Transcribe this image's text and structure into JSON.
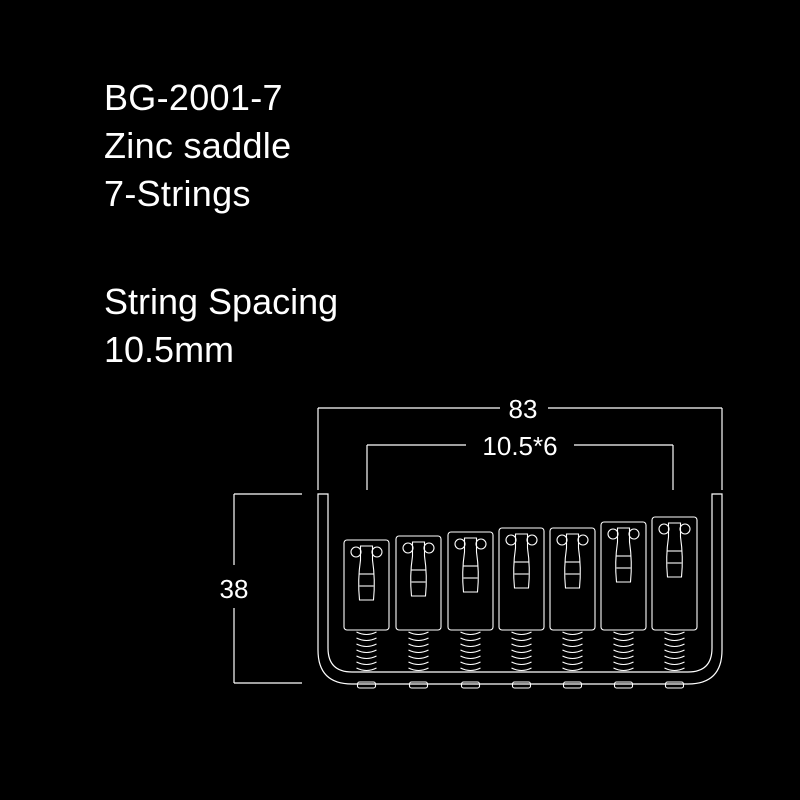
{
  "spec": {
    "model": "BG-2001-7",
    "saddle": "Zinc saddle",
    "strings": "7-Strings"
  },
  "spacing": {
    "label": "String Spacing",
    "value": "10.5mm"
  },
  "dimensions": {
    "overall_width": "83",
    "string_span": "10.5*6",
    "height": "38"
  },
  "colors": {
    "background": "#000000",
    "line": "#ffffff"
  }
}
